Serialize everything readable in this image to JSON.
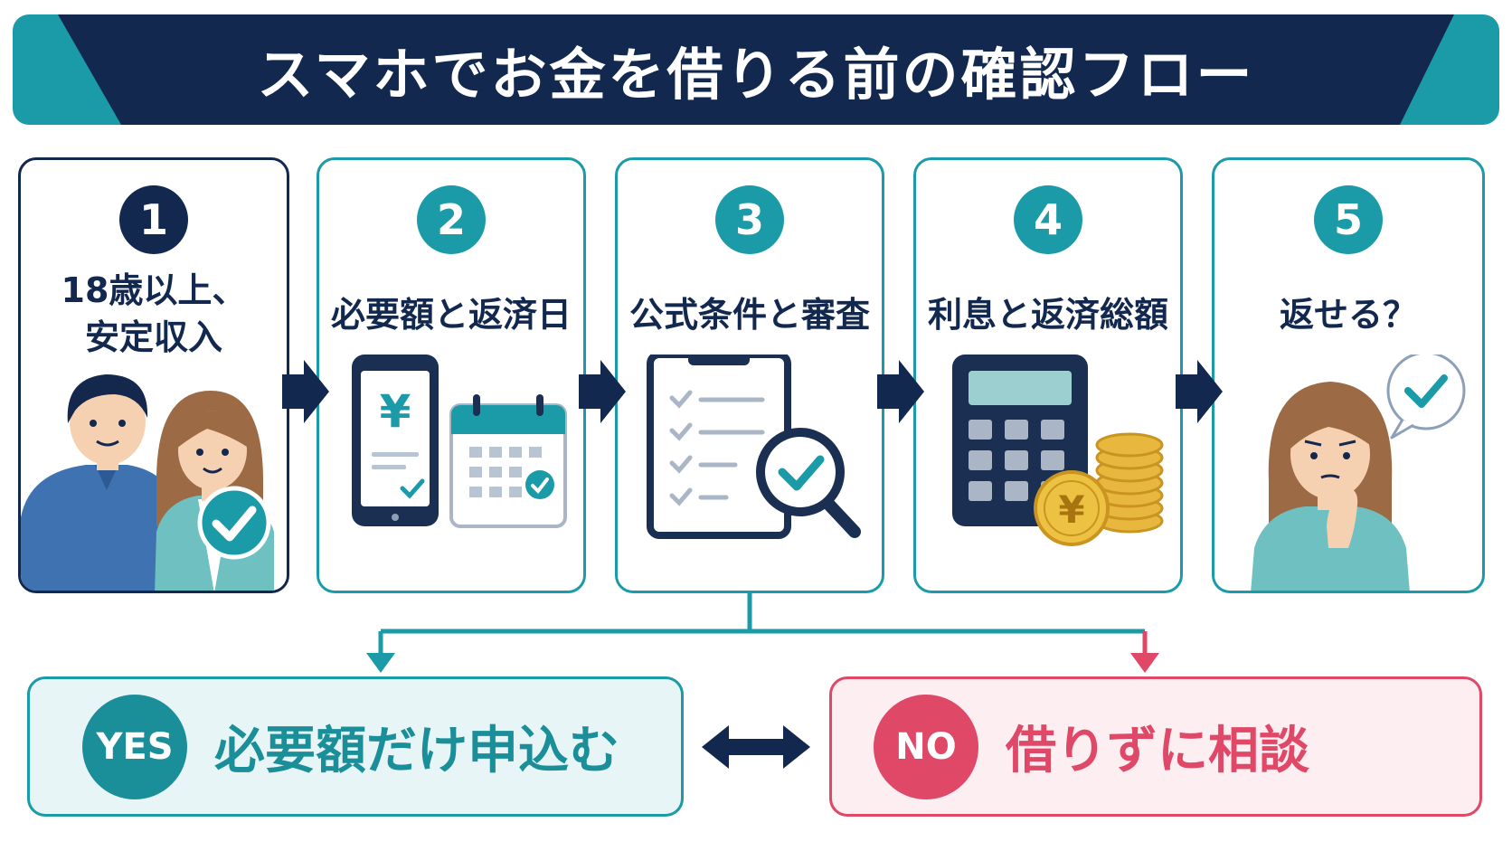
{
  "title": "スマホでお金を借りる前の確認フロー",
  "colors": {
    "navy": "#12284f",
    "teal": "#1b9aa8",
    "teal_dark": "#1b8f99",
    "red": "#e04868"
  },
  "steps": [
    {
      "number": "1",
      "label_lines": [
        "18歳以上、",
        "安定収入"
      ],
      "icon": "couple-with-checkmark-icon"
    },
    {
      "number": "2",
      "label_lines": [
        "必要額と返済日"
      ],
      "icon": "phone-yen-and-calendar-icon"
    },
    {
      "number": "3",
      "label_lines": [
        "公式条件と審査"
      ],
      "icon": "clipboard-checklist-magnifier-icon"
    },
    {
      "number": "4",
      "label_lines": [
        "利息と返済総額"
      ],
      "icon": "calculator-and-yen-coins-icon"
    },
    {
      "number": "5",
      "label_lines": [
        "返せる？"
      ],
      "icon": "thinking-woman-with-check-bubble-icon"
    }
  ],
  "yes": {
    "badge": "YES",
    "text": "必要額だけ申込む"
  },
  "no": {
    "badge": "NO",
    "text": "借りずに相談"
  }
}
